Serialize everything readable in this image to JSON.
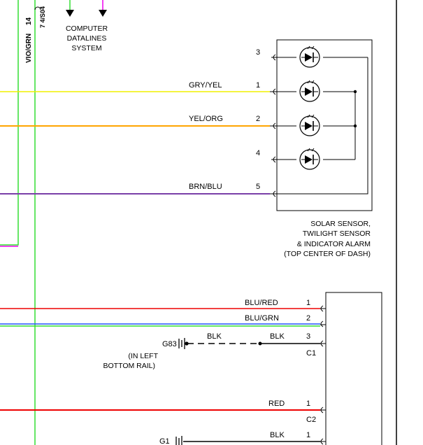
{
  "top_block": {
    "label_lines": [
      "COMPUTER",
      "DATALINES",
      "SYSTEM"
    ]
  },
  "left_vertical": {
    "wire_label": "VIO/GRN",
    "pin": "14",
    "connector": "7 4/S04"
  },
  "sensor": {
    "caption_lines": [
      "SOLAR SENSOR,",
      "TWILIGHT SENSOR",
      "& INDICATOR ALARM",
      "(TOP CENTER OF DASH)"
    ],
    "pins": [
      {
        "number": "3",
        "wire": "",
        "color": ""
      },
      {
        "number": "1",
        "wire": "GRY/YEL",
        "color": "#f0f000"
      },
      {
        "number": "2",
        "wire": "YEL/ORG",
        "color": "#ffa500"
      },
      {
        "number": "4",
        "wire": "",
        "color": ""
      },
      {
        "number": "5",
        "wire": "BRN/BLU",
        "color": "#7a3fa8"
      }
    ]
  },
  "lower_connector": {
    "rows": [
      {
        "wire": "BLU/RED",
        "pin": "1"
      },
      {
        "wire": "BLU/GRN",
        "pin": "2"
      },
      {
        "wire": "BLK",
        "pin": "3",
        "connector": "C1"
      },
      {
        "wire": "RED",
        "pin": "1",
        "connector": "C2"
      },
      {
        "wire": "BLK",
        "pin": "1"
      }
    ],
    "ground_g83": {
      "name": "G83",
      "wire": "BLK",
      "location_lines": [
        "(IN LEFT",
        "BOTTOM RAIL)"
      ]
    },
    "ground_g1": {
      "name": "G1"
    }
  },
  "colors": {
    "green": "#33dd33",
    "magenta": "#ee00ee",
    "yellow": "#f0f000",
    "orange": "#ffa500",
    "purple": "#7a3fa8",
    "red": "#ee0000",
    "blue": "#2255ff",
    "dark_red": "#cc0000"
  }
}
